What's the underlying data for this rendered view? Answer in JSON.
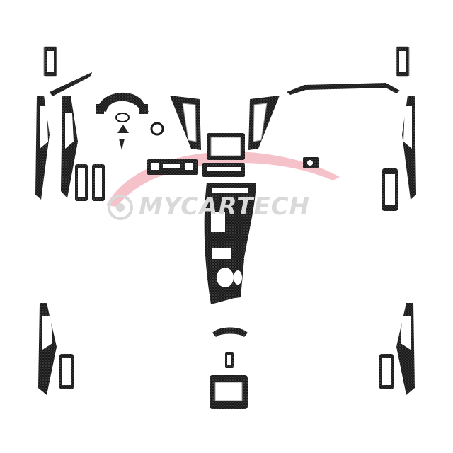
{
  "watermark": {
    "text": "MYCARTECH",
    "text_color": "#d9d9d9",
    "swoosh_color": "#f2b3bd",
    "logo_color": "#d9d9d9"
  },
  "colors": {
    "background": "#ffffff",
    "carbon_dark": "#1a1a1a",
    "carbon_mid": "#3a3a3a",
    "chrome_edge": "#9a9a9a"
  },
  "parts": [
    "left-upper-small-panel",
    "right-upper-small-panel",
    "left-dash-strip",
    "right-dash-strip",
    "steering-wheel-trim",
    "infiniti-logo-emblem",
    "round-knob-ring",
    "center-left-vent-frame",
    "center-right-vent-frame",
    "navigation-screen-bezel",
    "climate-control-panel",
    "radio-button-panel",
    "center-console-stack",
    "cup-holder-panel",
    "front-left-door-panel",
    "front-right-door-panel",
    "left-window-switch-pair",
    "right-window-switch",
    "small-button-cover",
    "rear-left-door-panel",
    "rear-right-door-panel",
    "rear-left-window-switch",
    "rear-right-window-switch",
    "ashtray-cover",
    "small-rear-vent",
    "armrest-box-panel"
  ]
}
